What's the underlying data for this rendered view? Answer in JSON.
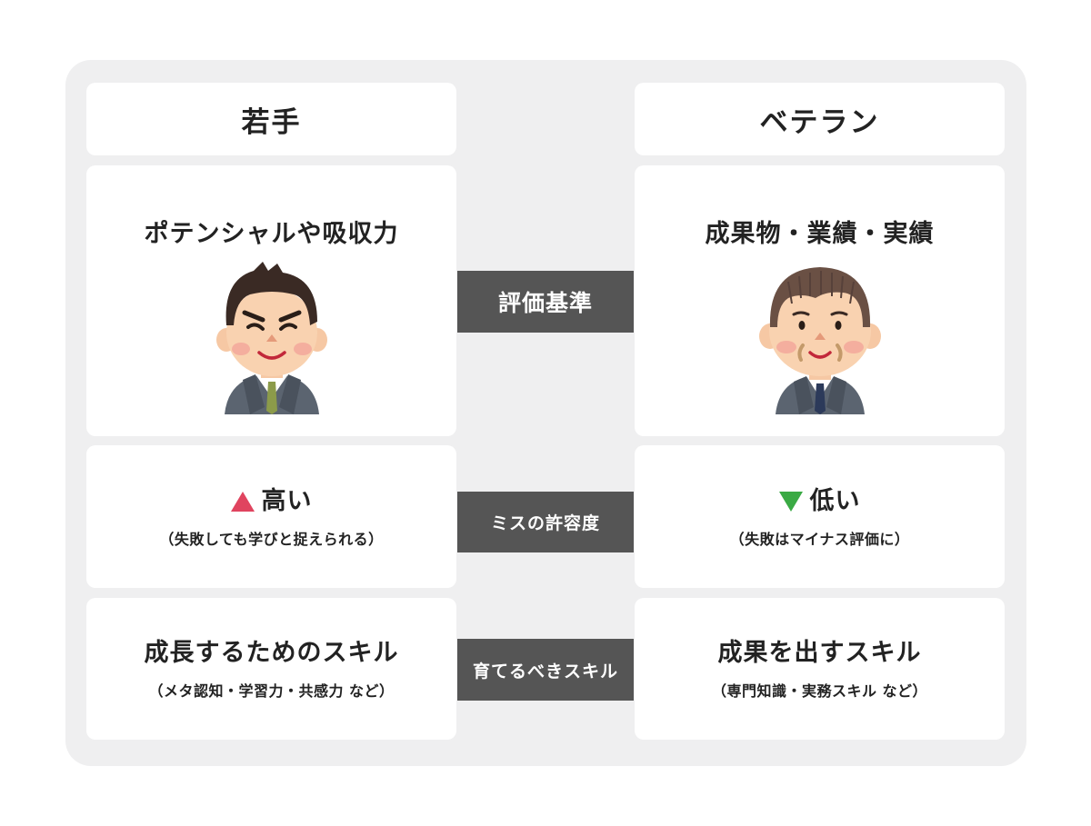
{
  "columns": {
    "left": {
      "header": "若手",
      "criteria": "ポテンシャルや吸収力",
      "tolerance": "高い",
      "tolerance_note": "（失敗しても学びと捉えられる）",
      "skill": "成長するためのスキル",
      "skill_note": "（メタ認知・学習力・共感力 など）"
    },
    "right": {
      "header": "ベテラン",
      "criteria": "成果物・業績・実績",
      "tolerance": "低い",
      "tolerance_note": "（失敗はマイナス評価に）",
      "skill": "成果を出すスキル",
      "skill_note": "（専門知識・実務スキル など）"
    }
  },
  "labels": {
    "evaluation": "評価基準",
    "tolerance": "ミスの許容度",
    "skills": "育てるべきスキル"
  },
  "icons": {
    "left_face": "young-businessman-illustration",
    "right_face": "veteran-businessman-illustration",
    "up": "triangle-up-icon",
    "down": "triangle-down-icon"
  },
  "colors": {
    "panel_bg": "#efeff0",
    "card_bg": "#ffffff",
    "label_bg": "#555555",
    "up_triangle": "#e0445f",
    "down_triangle": "#3aaa44"
  }
}
